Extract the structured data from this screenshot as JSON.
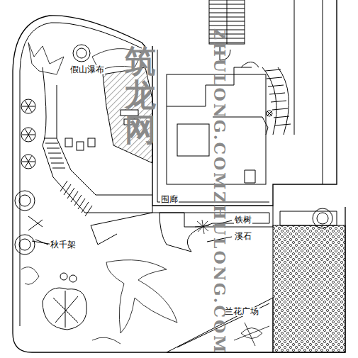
{
  "diagram": {
    "labels": [
      "假山瀑布",
      "围廊",
      "铁树",
      "溪石",
      "秋千架",
      "兰花广场",
      "筑龙网",
      "ZHULONG.COM",
      "ZHULONG.COM"
    ]
  }
}
